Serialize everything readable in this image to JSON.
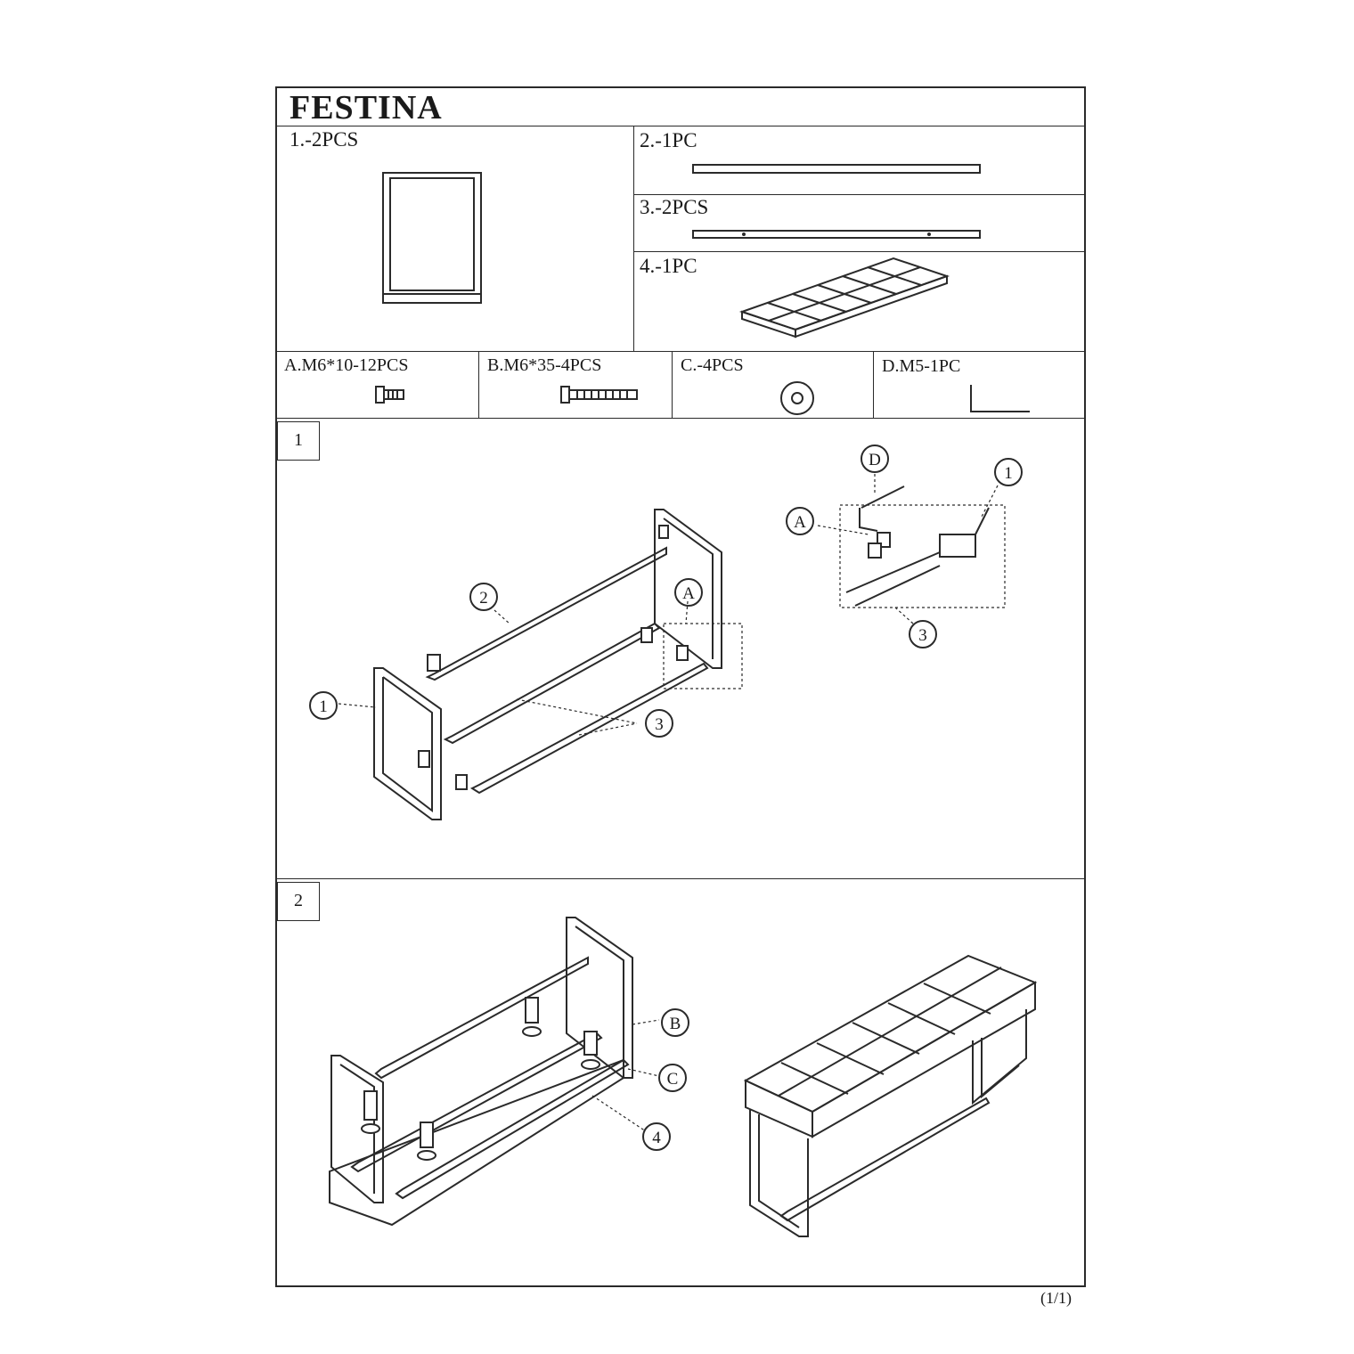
{
  "title": "FESTINA",
  "parts": [
    {
      "label": "1.-2PCS",
      "icon": "rectangular-frame"
    },
    {
      "label": "2.-1PC",
      "icon": "long-bar"
    },
    {
      "label": "3.-2PCS",
      "icon": "bar-with-holes"
    },
    {
      "label": "4.-1PC",
      "icon": "tufted-seat-cushion"
    }
  ],
  "hardware": [
    {
      "label": "A.M6*10-12PCS",
      "icon": "short-bolt"
    },
    {
      "label": "B.M6*35-4PCS",
      "icon": "long-bolt"
    },
    {
      "label": "C.-4PCS",
      "icon": "washer"
    },
    {
      "label": "D.M5-1PC",
      "icon": "allen-key"
    }
  ],
  "steps": [
    {
      "number": "1",
      "callouts": [
        "2",
        "A",
        "1",
        "3",
        "D",
        "1",
        "A",
        "3"
      ]
    },
    {
      "number": "2",
      "callouts": [
        "B",
        "C",
        "4"
      ]
    }
  ],
  "page_number": "(1/1)"
}
